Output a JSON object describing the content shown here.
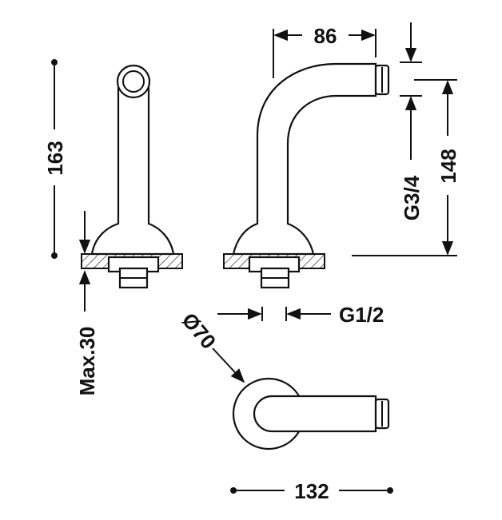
{
  "labels": {
    "height_total": "163",
    "reach_top": "86",
    "height_spout": "148",
    "thread_outlet": "G3/4",
    "thread_inlet": "G1/2",
    "max_thickness": "Max.30",
    "flange_diameter": "Ø70",
    "reach_plan": "132"
  }
}
